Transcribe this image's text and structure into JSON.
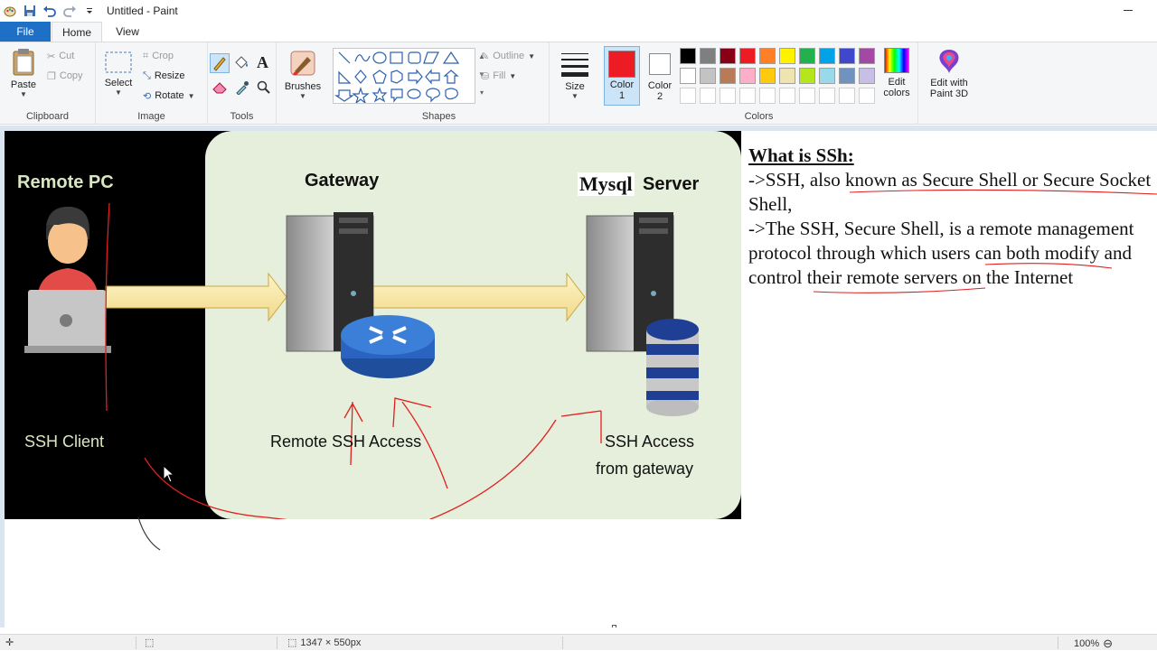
{
  "window": {
    "title": "Untitled - Paint"
  },
  "quick_access": [
    "paint-app-icon",
    "save-icon",
    "undo-icon",
    "redo-icon",
    "customize-icon"
  ],
  "tabs": {
    "file": "File",
    "home": "Home",
    "view": "View"
  },
  "ribbon": {
    "clipboard": {
      "label": "Clipboard",
      "paste": "Paste",
      "cut": "Cut",
      "copy": "Copy"
    },
    "image": {
      "label": "Image",
      "select": "Select",
      "crop": "Crop",
      "resize": "Resize",
      "rotate": "Rotate"
    },
    "tools": {
      "label": "Tools"
    },
    "brushes": {
      "label": "Brushes"
    },
    "shapes": {
      "label": "Shapes",
      "outline": "Outline",
      "fill": "Fill"
    },
    "size": {
      "label": "Size"
    },
    "colors": {
      "label": "Colors",
      "color1": "Color\n1",
      "color1_line1": "Color",
      "color1_line2": "1",
      "color2_line1": "Color",
      "color2_line2": "2",
      "edit_line1": "Edit",
      "edit_line2": "colors",
      "color1_value": "#ed1c24",
      "color2_value": "#ffffff",
      "palette_row1": [
        "#000000",
        "#7f7f7f",
        "#880015",
        "#ed1c24",
        "#ff7f27",
        "#fff200",
        "#22b14c",
        "#00a2e8",
        "#3f48cc",
        "#a349a4"
      ],
      "palette_row2": [
        "#ffffff",
        "#c3c3c3",
        "#b97a57",
        "#ffaec9",
        "#ffc90e",
        "#efe4b0",
        "#b5e61d",
        "#99d9ea",
        "#7092be",
        "#c8bfe7"
      ]
    },
    "paint3d": {
      "line1": "Edit with",
      "line2": "Paint 3D"
    }
  },
  "diagram": {
    "remote_pc": "Remote PC",
    "gateway": "Gateway",
    "mysql": "Mysql",
    "server": "Server",
    "ssh_client": "SSH Client",
    "remote_ssh_access": "Remote SSH Access",
    "ssh_access_line1": "SSH Access",
    "ssh_access_line2": "from gateway"
  },
  "notes": {
    "heading": "What is SSh:",
    "line1": "->SSH, also known as Secure Shell or Secure Socket",
    "line2": "Shell,",
    "line3": "->The SSH, Secure Shell, is a remote management",
    "line4": "protocol through which users can both modify and",
    "line5": "control their remote servers on the Internet"
  },
  "status": {
    "canvas_size": "1347 × 550px",
    "zoom": "100%"
  }
}
